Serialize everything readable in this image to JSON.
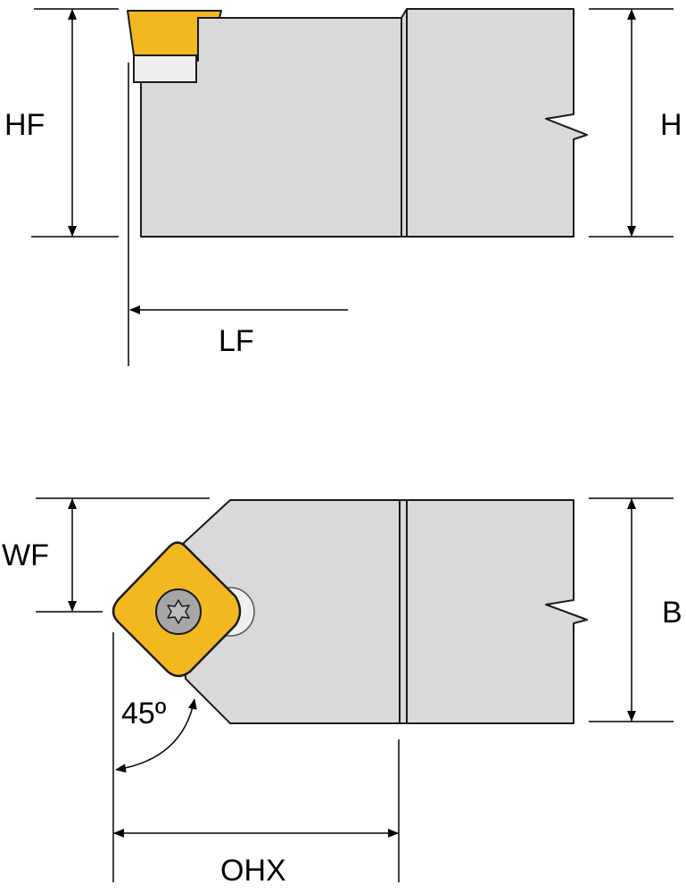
{
  "labels": {
    "hf": "HF",
    "h": "H",
    "lf": "LF",
    "wf": "WF",
    "b": "B",
    "angle": "45º",
    "ohx": "OHX"
  },
  "colors": {
    "body": "#d9d9d9",
    "insert": "#f2b81f",
    "screw": "#a6a6a6",
    "outline": "#1a1a1a"
  },
  "icons": {
    "screw": "torx-screw-icon"
  }
}
